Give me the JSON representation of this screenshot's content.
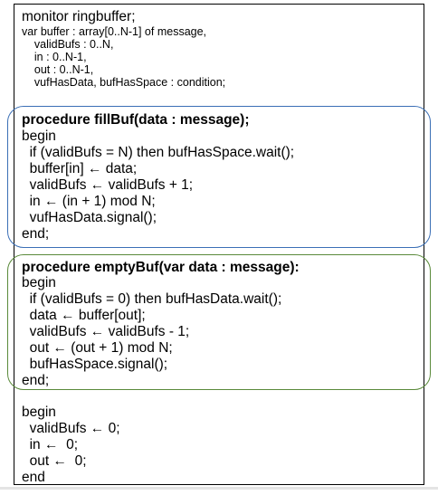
{
  "box_colors": {
    "fillBuf": "#3b6fb6",
    "emptyBuf": "#5a8a3a"
  },
  "header": [
    "monitor ringbuffer;",
    "var buffer : array[0..N-1] of message,",
    "    validBufs : 0..N,",
    "    in : 0..N-1,",
    "    out : 0..N-1,",
    "    vufHasData, bufHasSpace : condition;"
  ],
  "fillBuf": [
    "procedure fillBuf(data : message);",
    "begin",
    "  if (validBufs = N) then bufHasSpace.wait();",
    "  buffer[in] ← data;",
    "  validBufs ← validBufs + 1;",
    "  in ← (in + 1) mod N;",
    "  vufHasData.signal();",
    "end;"
  ],
  "emptyBuf": [
    "procedure emptyBuf(var data : message):",
    "begin",
    "  if (validBufs = 0) then bufHasData.wait();",
    "  data ← buffer[out];",
    "  validBufs ← validBufs - 1;",
    "  out ← (out + 1) mod N;",
    "  bufHasSpace.signal();",
    "end;"
  ],
  "init": [
    "begin",
    "  validBufs ← 0;",
    "  in ←  0;",
    "  out ←  0;",
    "end"
  ]
}
